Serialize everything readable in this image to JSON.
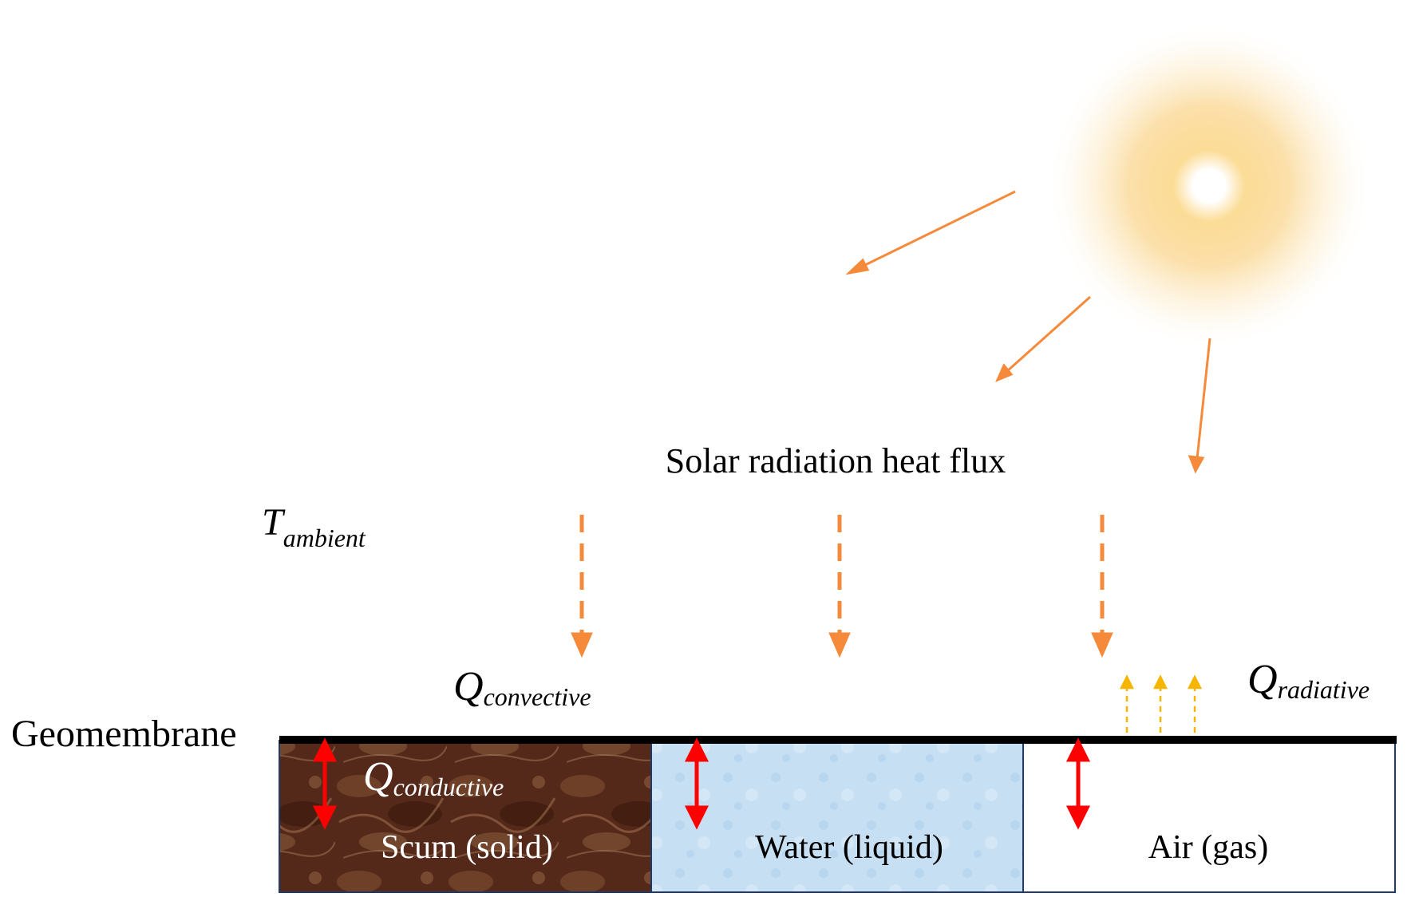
{
  "title": "",
  "labels": {
    "solar": "Solar radiation heat flux",
    "geomembrane": "Geomembrane",
    "scum": "Scum (solid)",
    "water": "Water (liquid)",
    "air": "Air (gas)"
  },
  "symbols": {
    "t_ambient": {
      "main": "T",
      "sub": "ambient"
    },
    "q_convective": {
      "main": "Q",
      "sub": "convective"
    },
    "q_radiative": {
      "main": "Q",
      "sub": "radiative"
    },
    "q_conductive": {
      "main": "Q",
      "sub": "conductive"
    }
  },
  "colors": {
    "solar_arrow": "#f58a3a",
    "radiative_arrow": "#f7b500",
    "conductive_arrow": "#ff0000",
    "scum_fill": "#5a2e18",
    "water_fill": "#c4def2",
    "air_fill": "#ffffff",
    "membrane": "#000000",
    "sun_core": "#ffffff",
    "sun_glow": "#f9c86a"
  }
}
